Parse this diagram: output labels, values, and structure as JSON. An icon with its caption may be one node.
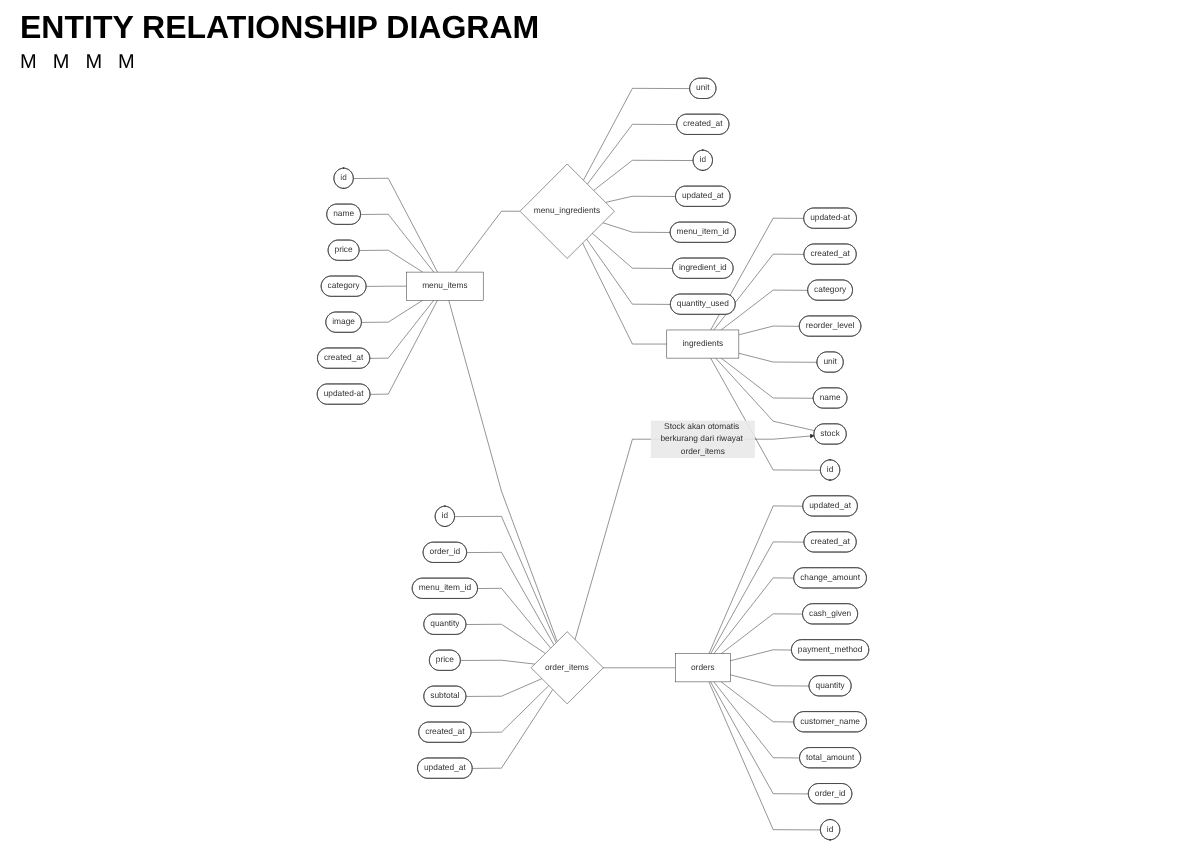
{
  "diagram": {
    "title": "ENTITY RELATIONSHIP DIAGRAM",
    "nodes": [
      {
        "text": [
          "menu_items"
        ]
      },
      {
        "text": [
          "id"
        ]
      },
      {
        "text": [
          "name"
        ]
      },
      {
        "text": [
          "price"
        ]
      },
      {
        "text": [
          "category"
        ]
      },
      {
        "text": [
          "image"
        ]
      },
      {
        "text": [
          "created_at"
        ]
      },
      {
        "text": [
          "updated-at"
        ]
      },
      {
        "text": [
          "menu_ingredients"
        ]
      },
      {
        "text": [
          "unit"
        ]
      },
      {
        "text": [
          "created_at"
        ]
      },
      {
        "text": [
          "id"
        ]
      },
      {
        "text": [
          "updated_at"
        ]
      },
      {
        "text": [
          "menu_item_id"
        ]
      },
      {
        "text": [
          "ingredient_id"
        ]
      },
      {
        "text": [
          "quantity_used"
        ]
      },
      {
        "text": [
          "ingredients"
        ]
      },
      {
        "text": [
          "id"
        ]
      },
      {
        "text": [
          "name"
        ]
      },
      {
        "text": [
          "stock"
        ]
      },
      {
        "text": [
          "unit"
        ]
      },
      {
        "text": [
          "reorder_level"
        ]
      },
      {
        "text": [
          "category"
        ]
      },
      {
        "text": [
          "created_at"
        ]
      },
      {
        "text": [
          "updated-at"
        ]
      },
      {
        "text": [
          "order_items"
        ]
      },
      {
        "text": [
          "id"
        ]
      },
      {
        "text": [
          "order_id"
        ]
      },
      {
        "text": [
          "menu_item_id"
        ]
      },
      {
        "text": [
          "quantity"
        ]
      },
      {
        "text": [
          "price"
        ]
      },
      {
        "text": [
          "subtotal"
        ]
      },
      {
        "text": [
          "created_at"
        ]
      },
      {
        "text": [
          "updated_at"
        ]
      },
      {
        "text": [
          "orders"
        ]
      },
      {
        "text": [
          "id"
        ]
      },
      {
        "text": [
          "order_id"
        ]
      },
      {
        "text": [
          "total_amount"
        ]
      },
      {
        "text": [
          "customer_name"
        ]
      },
      {
        "text": [
          "quantity"
        ]
      },
      {
        "text": [
          "payment_method"
        ]
      },
      {
        "text": [
          "cash_given"
        ]
      },
      {
        "text": [
          "change_amount"
        ]
      },
      {
        "text": [
          "created_at"
        ]
      },
      {
        "text": [
          "updated_at"
        ]
      }
    ],
    "edges": [
      {
        "from": 1,
        "to": 0,
        "arrow": "none"
      },
      {
        "from": 2,
        "to": 0,
        "arrow": "none"
      },
      {
        "from": 3,
        "to": 0,
        "arrow": "none"
      },
      {
        "from": 4,
        "to": 0,
        "arrow": "none"
      },
      {
        "from": 5,
        "to": 0,
        "arrow": "none"
      },
      {
        "from": 6,
        "to": 0,
        "arrow": "none"
      },
      {
        "from": 7,
        "to": 0,
        "arrow": "none"
      },
      {
        "from": 0,
        "to": 8,
        "arrow": "none"
      },
      {
        "from": 9,
        "to": 8,
        "arrow": "none"
      },
      {
        "from": 10,
        "to": 8,
        "arrow": "none"
      },
      {
        "from": 11,
        "to": 8,
        "arrow": "none"
      },
      {
        "from": 12,
        "to": 8,
        "arrow": "none"
      },
      {
        "from": 13,
        "to": 8,
        "arrow": "none"
      },
      {
        "from": 14,
        "to": 8,
        "arrow": "none"
      },
      {
        "from": 15,
        "to": 8,
        "arrow": "none"
      },
      {
        "from": 8,
        "to": 16,
        "arrow": "none"
      },
      {
        "from": 16,
        "to": 17,
        "arrow": "none"
      },
      {
        "from": 16,
        "to": 18,
        "arrow": "none"
      },
      {
        "from": 16,
        "to": 19,
        "arrow": "none"
      },
      {
        "from": 16,
        "to": 20,
        "arrow": "none"
      },
      {
        "from": 16,
        "to": 21,
        "arrow": "none"
      },
      {
        "from": 16,
        "to": 22,
        "arrow": "none"
      },
      {
        "from": 16,
        "to": 23,
        "arrow": "none"
      },
      {
        "from": 16,
        "to": 24,
        "arrow": "none"
      },
      {
        "from": 0,
        "to": 25,
        "arrow": "none"
      },
      {
        "from": 26,
        "to": 25,
        "arrow": "none"
      },
      {
        "from": 27,
        "to": 25,
        "arrow": "none"
      },
      {
        "from": 28,
        "to": 25,
        "arrow": "none"
      },
      {
        "from": 29,
        "to": 25,
        "arrow": "none"
      },
      {
        "from": 30,
        "to": 25,
        "arrow": "none"
      },
      {
        "from": 31,
        "to": 25,
        "arrow": "none"
      },
      {
        "from": 32,
        "to": 25,
        "arrow": "none"
      },
      {
        "from": 33,
        "to": 25,
        "arrow": "none"
      },
      {
        "from": 25,
        "to": 34,
        "arrow": "none"
      },
      {
        "from": 25,
        "to": 19,
        "arrow": "to",
        "label": "Stock akan otomatis berkurang dari riwayat order_items"
      },
      {
        "from": 34,
        "to": 35,
        "arrow": "none"
      },
      {
        "from": 34,
        "to": 36,
        "arrow": "none"
      },
      {
        "from": 34,
        "to": 37,
        "arrow": "none"
      },
      {
        "from": 34,
        "to": 38,
        "arrow": "none"
      },
      {
        "from": 34,
        "to": 39,
        "arrow": "none"
      },
      {
        "from": 34,
        "to": 40,
        "arrow": "none"
      },
      {
        "from": 34,
        "to": 41,
        "arrow": "none"
      },
      {
        "from": 34,
        "to": 42,
        "arrow": "none"
      },
      {
        "from": 34,
        "to": 43,
        "arrow": "none"
      },
      {
        "from": 34,
        "to": 44,
        "arrow": "none"
      }
    ],
    "labels": [
      "M",
      "M",
      "M",
      "M"
    ]
  }
}
